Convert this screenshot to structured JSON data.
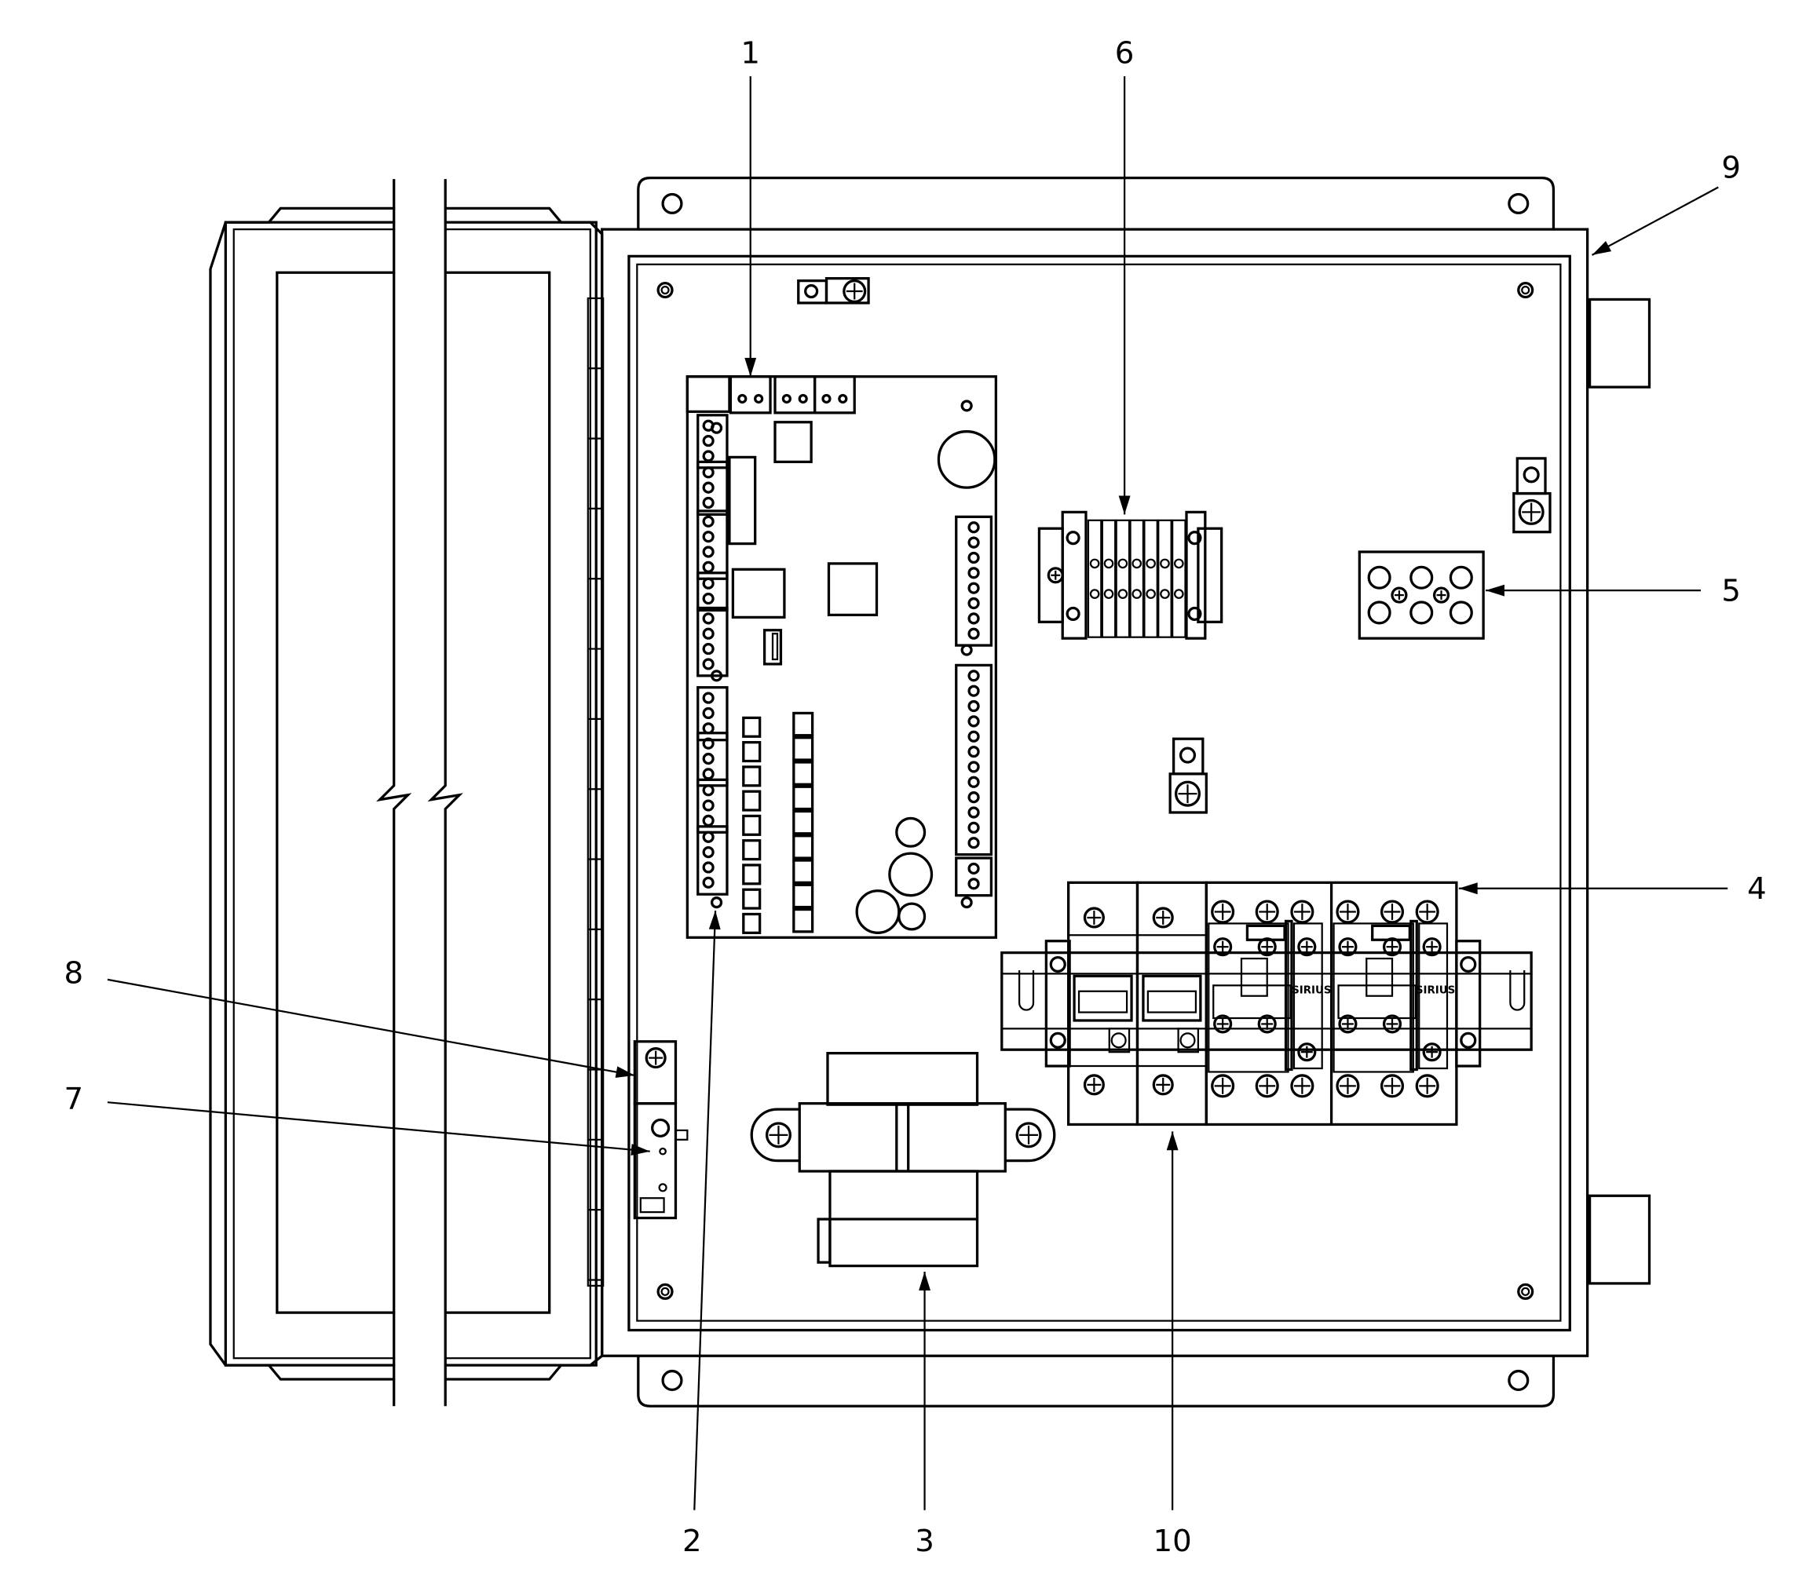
{
  "diagram": {
    "callouts": [
      {
        "id": "1",
        "text": "1"
      },
      {
        "id": "2",
        "text": "2"
      },
      {
        "id": "3",
        "text": "3"
      },
      {
        "id": "4",
        "text": "4"
      },
      {
        "id": "5",
        "text": "5"
      },
      {
        "id": "6",
        "text": "6"
      },
      {
        "id": "7",
        "text": "7"
      },
      {
        "id": "8",
        "text": "8"
      },
      {
        "id": "9",
        "text": "9"
      },
      {
        "id": "10",
        "text": "10"
      }
    ],
    "brand_marks": [
      "SIRIUS",
      "SIRIUS"
    ],
    "line_color": "#000000",
    "background": "#ffffff"
  }
}
